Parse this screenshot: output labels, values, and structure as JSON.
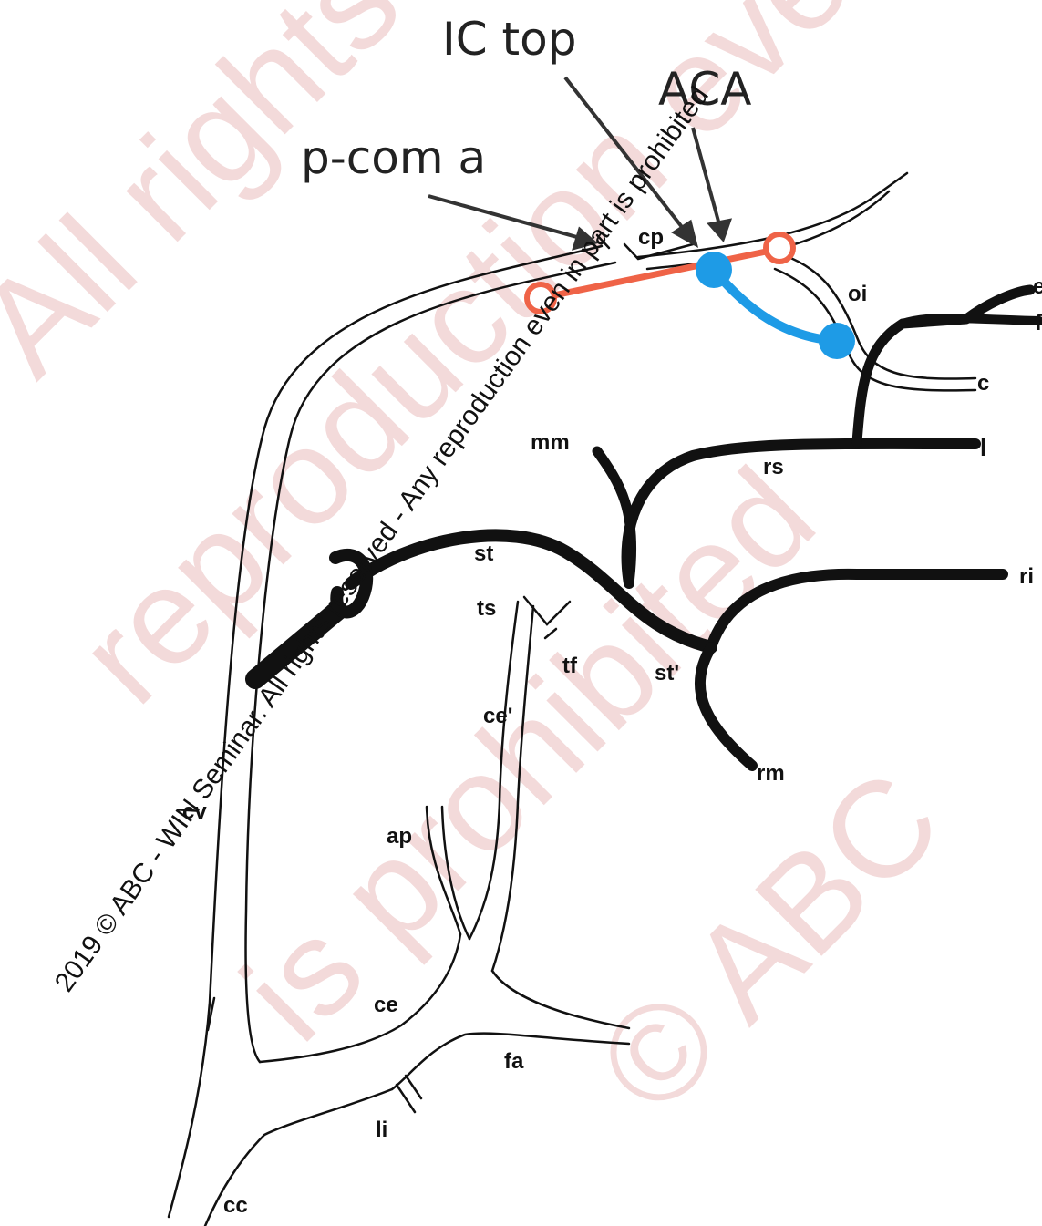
{
  "callouts": {
    "ic_top": "IC top",
    "aca": "ACA",
    "pcom": "p-com a"
  },
  "labels": {
    "cp": "cp",
    "oi": "oi",
    "c": "c",
    "l": "l",
    "rs": "rs",
    "mm": "mm",
    "st": "st",
    "ri": "ri",
    "st2": "st'",
    "rm": "rm",
    "ts": "ts",
    "tf": "tf",
    "ce2": "ce'",
    "ap": "ap",
    "ce": "ce",
    "fa": "fa",
    "li": "li",
    "cc": "cc",
    "cv": "cv",
    "e": "e",
    "f": "f"
  },
  "copyright": "2019 © ABC - WIN Seminar. All rights reserved - Any reproduction even in part is prohibited",
  "watermark": {
    "w1": "All rights reserved",
    "w2": "reproduction even in part",
    "w3": "is prohibited",
    "w4": "© ABC"
  },
  "colors": {
    "red_marker": "#ef6347",
    "blue_marker": "#1e9be6",
    "vessel": "#111111",
    "watermark": "#f3dada"
  }
}
